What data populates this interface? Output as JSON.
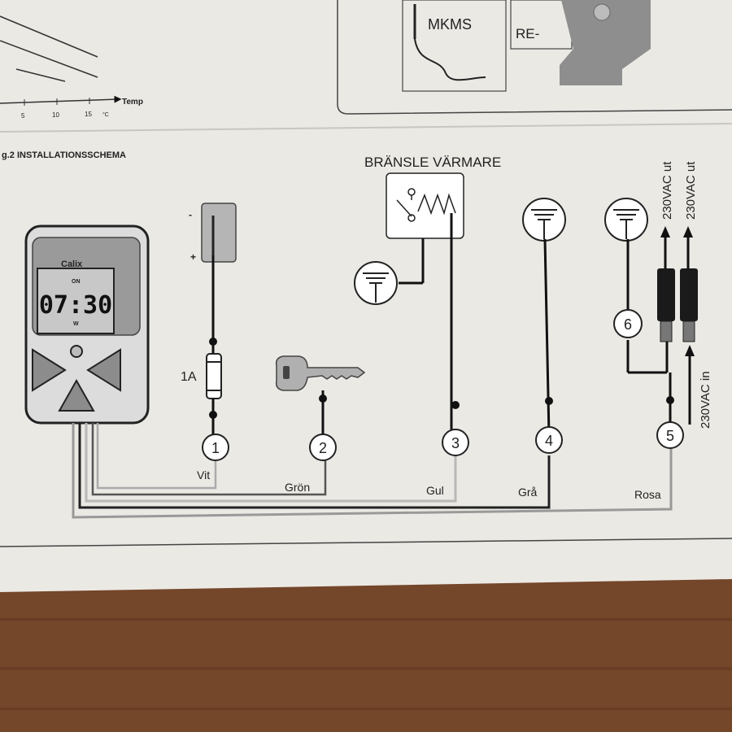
{
  "top_chart": {
    "axis_label": "Temp",
    "ticks": [
      "5",
      "10",
      "15"
    ],
    "unit": "°C"
  },
  "top_panel": {
    "mkms_label": "MKMS",
    "re_label": "RE-"
  },
  "figure": {
    "title": "g.2 INSTALLATIONSSCHEMA"
  },
  "timer": {
    "brand": "Calix",
    "display_time": "07:30",
    "on_label": "ON",
    "w_label": "W"
  },
  "fuse": {
    "rating": "1A",
    "minus": "-",
    "plus": "+"
  },
  "heater": {
    "label": "BRÄNSLE VÄRMARE"
  },
  "terminals": [
    {
      "num": "1",
      "color": "Vit"
    },
    {
      "num": "2",
      "color": "Grön"
    },
    {
      "num": "3",
      "color": "Gul"
    },
    {
      "num": "4",
      "color": "Grå"
    },
    {
      "num": "5",
      "color": "Rosa"
    },
    {
      "num": "6",
      "color": ""
    }
  ],
  "power": {
    "out1": "230VAC ut",
    "out2": "230VAC ut",
    "in": "230VAC in"
  }
}
